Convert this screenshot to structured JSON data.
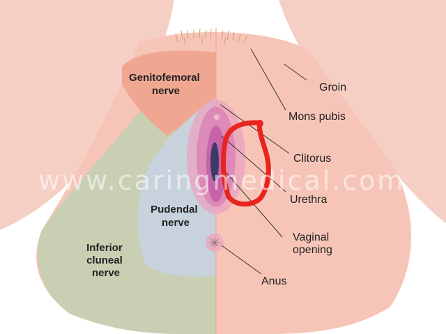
{
  "labels_right": [
    {
      "key": "groin",
      "text": "Groin"
    },
    {
      "key": "mons-pubis",
      "text": "Mons pubis"
    },
    {
      "key": "clitorus",
      "text": "Clitorus"
    },
    {
      "key": "urethra",
      "text": "Urethra"
    },
    {
      "key": "vaginal-opening",
      "text": "Vaginal opening"
    },
    {
      "key": "anus",
      "text": "Anus"
    }
  ],
  "nerve_zones": [
    {
      "key": "genitofemoral",
      "text": "Genitofemoral nerve",
      "color": "#f0a792"
    },
    {
      "key": "pudendal",
      "text": "Pudendal nerve",
      "color": "#c7d2dd"
    },
    {
      "key": "inferior-cluneal",
      "text": "Inferior cluneal nerve",
      "color": "#c9cfb3"
    }
  ],
  "watermark": "www.caringmedical.com",
  "colors": {
    "skin": "#f7c5b8",
    "thigh": "#f5cfc4",
    "annotation_circle": "#e8251e"
  }
}
